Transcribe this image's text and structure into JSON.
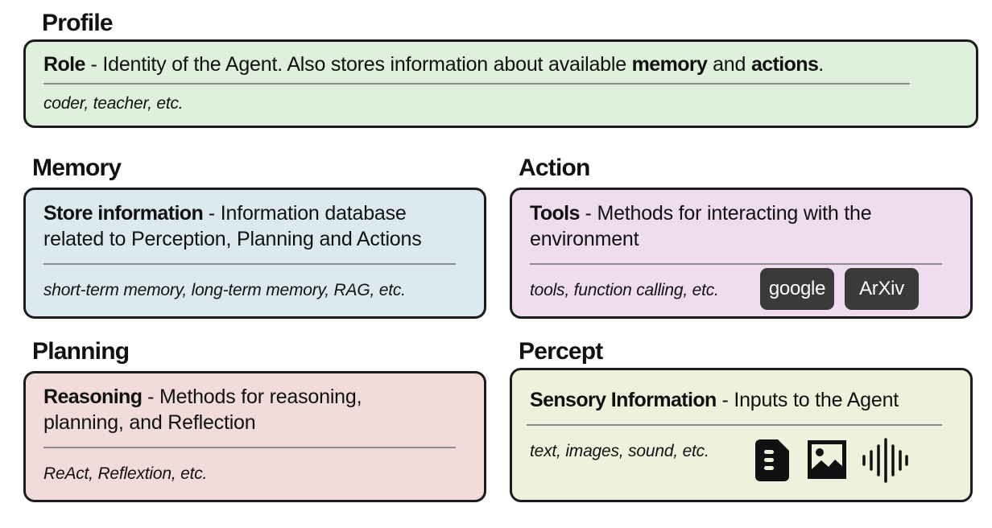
{
  "colors": {
    "profile_bg": "#dff0dc",
    "memory_bg": "#dceaf0",
    "action_bg": "#efdcef",
    "planning_bg": "#f2dcdb",
    "percept_bg": "#eef2dc",
    "border": "#1c1c1c",
    "pill_bg": "#3a3a3a"
  },
  "profile": {
    "title": "Profile",
    "term": "Role",
    "sep": " - ",
    "desc_1": "Identity of the Agent. Also stores information about available ",
    "bold_1": "memory",
    "desc_2": " and ",
    "bold_2": "actions",
    "desc_3": ".",
    "examples": "coder, teacher, etc."
  },
  "memory": {
    "title": "Memory",
    "term": "Store information",
    "sep": " - ",
    "desc": "Information database related to Perception, Planning and Actions",
    "examples": "short-term memory, long-term memory, RAG, etc."
  },
  "action": {
    "title": "Action",
    "term": "Tools",
    "sep": " - ",
    "desc": "Methods for interacting with the environment",
    "examples": "tools, function calling, etc.",
    "pills": [
      "google",
      "ArXiv"
    ]
  },
  "planning": {
    "title": "Planning",
    "term": "Reasoning",
    "sep": " - ",
    "desc": "Methods for reasoning, planning, and Reflection",
    "examples": "ReAct, Reflextion, etc."
  },
  "percept": {
    "title": "Percept",
    "term": "Sensory Information",
    "sep": " - ",
    "desc": "Inputs to the Agent",
    "examples": "text, images, sound, etc.",
    "icons": [
      "text-document-icon",
      "image-icon",
      "sound-wave-icon"
    ]
  }
}
